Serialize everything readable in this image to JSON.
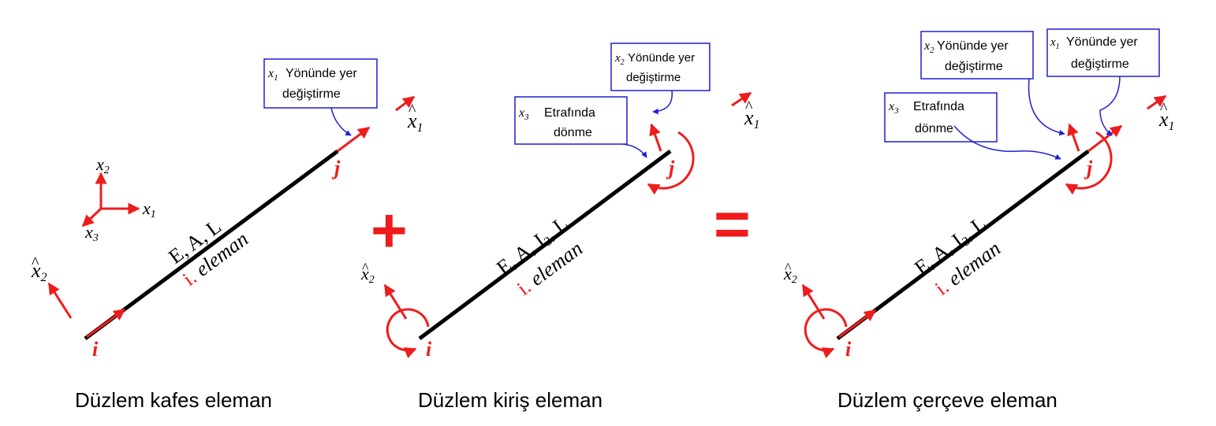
{
  "panels": [
    {
      "caption": "Düzlem kafes eleman",
      "props": "E, A, L",
      "element_num": "i.",
      "element_word": "eleman",
      "node_i": "i",
      "node_j": "j",
      "box_x1": {
        "sym": "x",
        "sub": "1",
        "line1": "Yönünde yer",
        "line2": "değiştirme"
      }
    },
    {
      "caption": "Düzlem kiriş eleman",
      "props_a": "E, A, I",
      "props_sub": "3",
      "props_b": ", L",
      "element_num": "i.",
      "element_word": "eleman",
      "node_i": "i",
      "node_j": "j",
      "box_x2": {
        "sym": "x",
        "sub": "2",
        "line1": "Yönünde yer",
        "line2": "değiştirme"
      },
      "box_x3": {
        "sym": "x",
        "sub": "3",
        "line1": "Etrafında",
        "line2": "dönme"
      }
    },
    {
      "caption": "Düzlem çerçeve eleman",
      "props_a": "E, A, I",
      "props_sub": "3",
      "props_b": ", L",
      "element_num": "i.",
      "element_word": "eleman",
      "node_i": "i",
      "node_j": "j",
      "box_x2": {
        "sym": "x",
        "sub": "2",
        "line1": "Yönünde yer",
        "line2": "değiştirme"
      },
      "box_x1": {
        "sym": "x",
        "sub": "1",
        "line1": "Yönünde yer",
        "line2": "değiştirme"
      },
      "box_x3": {
        "sym": "x",
        "sub": "3",
        "line1": "Etrafında",
        "line2": "dönme"
      }
    }
  ],
  "global_axes": {
    "x1": "x",
    "x1_sub": "1",
    "x2": "x",
    "x2_sub": "2",
    "x3": "x",
    "x3_sub": "3"
  },
  "local_axis": {
    "sym": "x",
    "sub1": "1",
    "sub2": "2"
  },
  "operators": {
    "plus": "+",
    "equals": "="
  },
  "colors": {
    "member": "#000000",
    "arrow": "#ee1c1c",
    "box_border": "#1f1fd0",
    "node_label": "#ee1c1c"
  }
}
